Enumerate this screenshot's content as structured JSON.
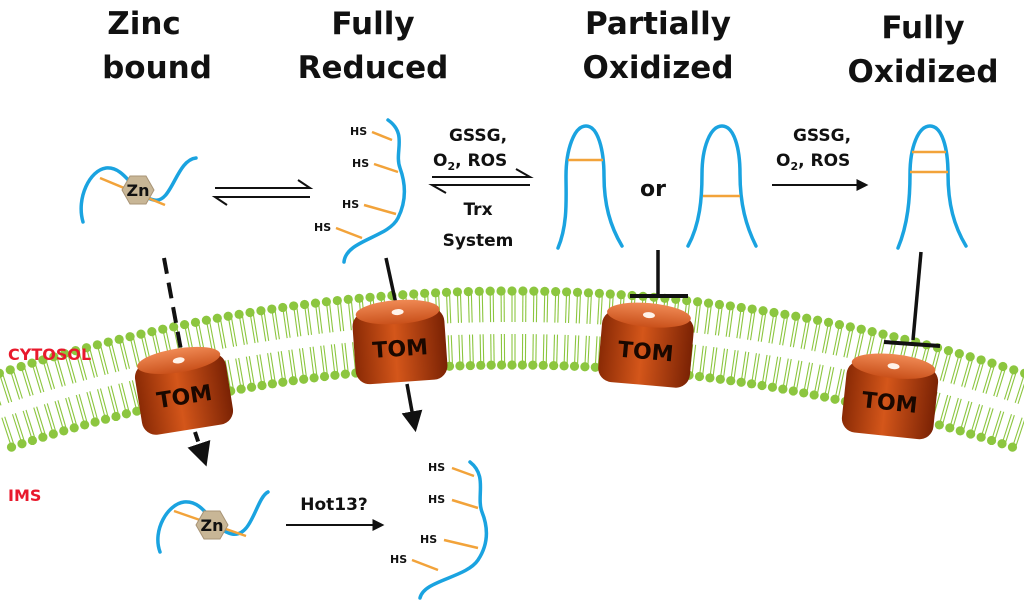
{
  "headers": {
    "zinc_bound": [
      "Zinc",
      "bound"
    ],
    "fully_reduced": [
      "Fully",
      "Reduced"
    ],
    "partially_oxidized": [
      "Partially",
      "Oxidized"
    ],
    "fully_oxidized": [
      "Fully",
      "Oxidized"
    ]
  },
  "reaction_labels": {
    "forward_1": "GSSG,",
    "forward_2_pre": "O",
    "forward_2_sub": "2",
    "forward_2_post": ", ROS",
    "reverse_1": "Trx",
    "reverse_2": "System",
    "or": "or",
    "hot13": "Hot13?"
  },
  "molecule_labels": {
    "thiol": "HS",
    "zinc": "Zn",
    "translocase": "TOM"
  },
  "compartments": {
    "cytosol": "CYTOSOL",
    "ims": "IMS"
  },
  "colors": {
    "protein_chain": "#1aa3e0",
    "disulfide_bond": "#f2a33a",
    "zinc_hexagon": "#c8b696",
    "membrane_head": "#8cc63f",
    "membrane_tail": "#8cc63f",
    "tom_body": "#c2410c",
    "compartment_label": "#e8192c",
    "arrow": "#111111"
  }
}
